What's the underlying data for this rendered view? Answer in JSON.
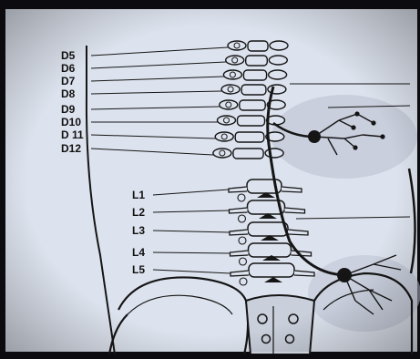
{
  "diagram": {
    "thoracic_labels": [
      "D5",
      "D6",
      "D7",
      "D8",
      "D9",
      "D10",
      "D 11",
      "D12"
    ],
    "lumbar_labels": [
      "L1",
      "L2",
      "L3",
      "L4",
      "L5"
    ]
  },
  "colors": {
    "paper": "#dde3ee",
    "ink": "#151515",
    "shade": "#b9c0cf",
    "frame": "#0c0c10"
  }
}
